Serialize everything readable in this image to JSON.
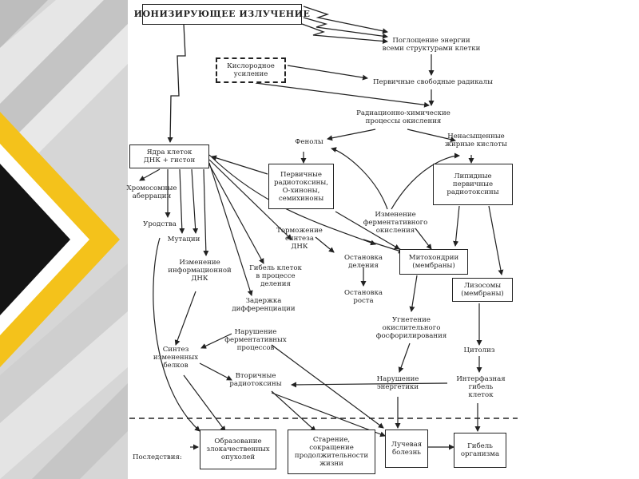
{
  "colors": {
    "deco_gray": "#c9c9c9",
    "deco_light": "#e4e4e4",
    "deco_yellow": "#f4c21b",
    "deco_black": "#141414",
    "line": "#222222"
  },
  "nodes": {
    "ionizing": "ИОНИЗИРУЮЩЕЕ ИЗЛУЧЕНИЕ",
    "absorption": "Поглощение энергии\nвсеми структурами клетки",
    "oxygen": "Кислородное\nусиление",
    "free_radicals": "Первичные свободные радикалы",
    "radiochem": "Радиационно-химические\nпроцессы окисления",
    "phenols": "Фенолы",
    "unsat_fa": "Ненасыщенные\nжирные кислоты",
    "nuclei": "Ядра клеток\nДНК + гистон",
    "chrom_aberr": "Хромосомные\nаберрации",
    "deformity": "Уродства",
    "mutations": "Мутации",
    "info_change": "Изменение\nинформационной\nДНК",
    "primary_radiotox": "Первичные\nрадиотоксины,\nО-хиноны,\nсемихиноны",
    "lipid_radiotox": "Липидные\nпервичные\nрадиотоксины",
    "enzyme_change": "Изменение\nферментативного\nокисления",
    "dna_inhibition": "Торможение\nсинтеза\nДНК",
    "cell_death_division": "Гибель клеток\nв процессе\nделения",
    "diff_delay": "Задержка\nдифференциации",
    "division_stop": "Остановка\nделения",
    "growth_stop": "Остановка\nроста",
    "mitochondria": "Митохондрии\n(мембраны)",
    "lysosomes": "Лизосомы\n(мембраны)",
    "ox_phos": "Угнетение\nокислительного\nфосфорилирования",
    "cytolysis": "Цитолиз",
    "enzymatic_disorder": "Нарушение\nферментативных\nпроцессов",
    "protein_synthesis": "Синтез\nизмененных\nбелков",
    "secondary_radiotox": "Вторичные\nрадиотоксины",
    "energy_disorder": "Нарушение\nэнергетики",
    "interphase_death": "Интерфазная\nгибель\nклеток",
    "consequences": "Последствия:",
    "tumors": "Образование\nзлокачественных\nопухолей",
    "aging": "Старение,\nсокращение\nпродолжительности\nжизни",
    "radiation_sickness": "Лучевая\nболезнь",
    "organism_death": "Гибель\nорганизма"
  }
}
